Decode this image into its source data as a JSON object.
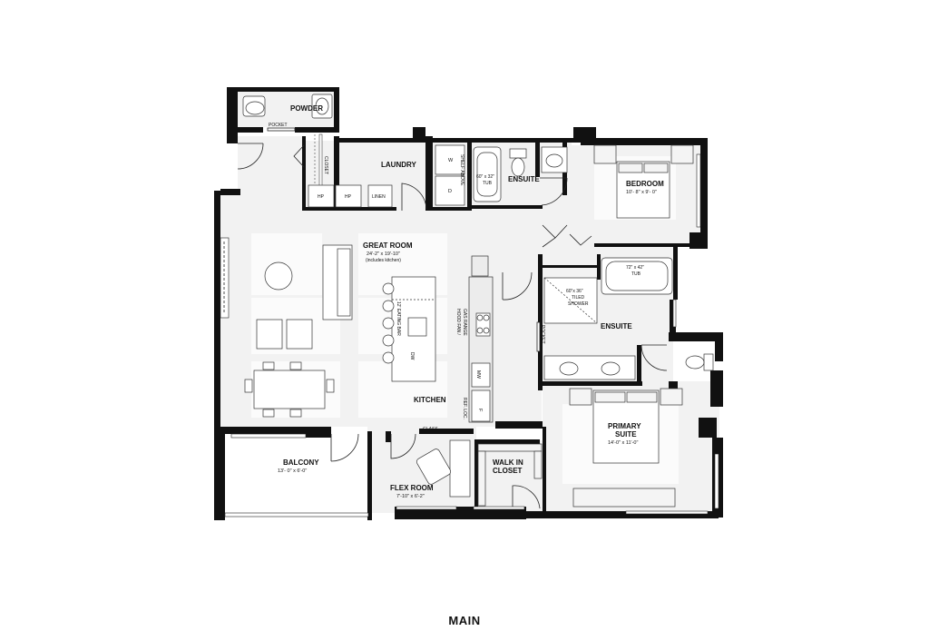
{
  "plan_name": "MAIN",
  "rooms": {
    "powder": {
      "name": "POWDER"
    },
    "laundry": {
      "name": "LAUNDRY"
    },
    "great_room": {
      "name": "GREAT ROOM",
      "dims": "24'-2\" x 19'-10\"",
      "note": "(includes kitchen)"
    },
    "kitchen": {
      "name": "KITCHEN"
    },
    "bedroom": {
      "name": "BEDROOM",
      "dims": "10'- 8\" x 9'- 0\""
    },
    "ensuite_upper": {
      "name": "ENSUITE"
    },
    "ensuite_lower": {
      "name": "ENSUITE"
    },
    "primary_suite": {
      "name": "PRIMARY",
      "name2": "SUITE",
      "dims": "14'-0\" x 11'-0\""
    },
    "balcony": {
      "name": "BALCONY",
      "dims": "13'- 0\" x 6'-0\""
    },
    "flex_room": {
      "name": "FLEX ROOM",
      "dims": "7'-10\" x 6'-2\""
    },
    "walk_in_closet": {
      "name": "WALK IN",
      "name2": "CLOSET"
    }
  },
  "fixtures": {
    "pocket_top": "POCKET",
    "closet": "CLOSET",
    "hp1": "HP",
    "hp2": "HP",
    "linen": "LINEN",
    "washer": "W",
    "dryer": "D",
    "shelf_above": "SHELF ABOVE",
    "tub_small": "60\" x 32\"",
    "tub_small_word": "TUB",
    "tub_large": "72\" x 42\"",
    "tub_large_word": "TUB",
    "shower_dims": "60\"x 36\"",
    "shower_l1": "TILED",
    "shower_l2": "SHOWER",
    "pocket_side": "POCKET",
    "eating_bar": "12' EATING BAR",
    "hood_fan": "HOOD FAN /",
    "gas_range": "GAS RANGE",
    "mw": "MW",
    "ref_loc": "REF. LOC.",
    "fridge": "F",
    "dw": "DW",
    "glass": "GLASS"
  }
}
